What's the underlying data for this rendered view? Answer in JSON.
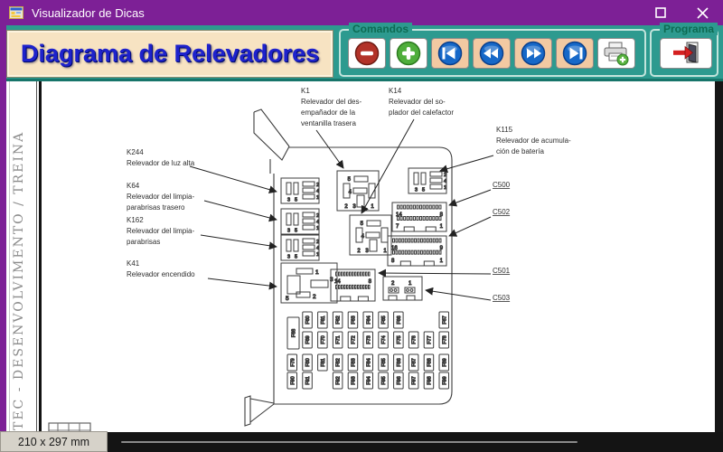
{
  "window": {
    "title": "Visualizador de Dicas"
  },
  "header": {
    "title": "Diagrama de Relevadores"
  },
  "toolbar": {
    "comandos": {
      "label": "Comandos",
      "buttons": [
        {
          "id": "remove",
          "icon": "minus-circle",
          "tan": false
        },
        {
          "id": "add",
          "icon": "plus-circle",
          "tan": false
        },
        {
          "id": "first",
          "icon": "nav-first",
          "tan": true
        },
        {
          "id": "previous",
          "icon": "nav-previous",
          "tan": true
        },
        {
          "id": "next",
          "icon": "nav-next",
          "tan": true
        },
        {
          "id": "last",
          "icon": "nav-last",
          "tan": true
        },
        {
          "id": "print",
          "icon": "printer-add",
          "tan": false
        }
      ]
    },
    "programa": {
      "label": "Programa",
      "button": {
        "id": "exit",
        "icon": "exit-door"
      }
    }
  },
  "document": {
    "side_text": "TEC - DESENVOLVIMENTO / TREINA",
    "status": "210 x 297 mm"
  },
  "diagram": {
    "labels": [
      {
        "id": "K244",
        "lines": [
          "K244",
          "Relevador de luz alta"
        ],
        "underline": false
      },
      {
        "id": "K64",
        "lines": [
          "K64",
          "Relevador del limpia-",
          "parabrisas trasero"
        ],
        "underline": false
      },
      {
        "id": "K162",
        "lines": [
          "K162",
          "Relevador del limpia-",
          "parabrisas"
        ],
        "underline": false
      },
      {
        "id": "K41",
        "lines": [
          "K41",
          "Relevador encendido"
        ],
        "underline": false
      },
      {
        "id": "K1",
        "lines": [
          "K1",
          "Relevador del des-",
          "empañador de la",
          "ventanilla trasera"
        ],
        "underline": false
      },
      {
        "id": "K14",
        "lines": [
          "K14",
          "Relevador del so-",
          "plador del calefactor"
        ],
        "underline": false
      },
      {
        "id": "K115",
        "lines": [
          "K115",
          "Relevador de acumula-",
          "ción de batería"
        ],
        "underline": false
      },
      {
        "id": "C500",
        "lines": [
          "C500"
        ],
        "underline": true
      },
      {
        "id": "C502",
        "lines": [
          "C502"
        ],
        "underline": true
      },
      {
        "id": "C501",
        "lines": [
          "C501"
        ],
        "underline": true
      },
      {
        "id": "C503",
        "lines": [
          "C503"
        ],
        "underline": true
      }
    ],
    "relays": [
      {
        "id": "K244",
        "type": "small",
        "pins": [
          "3",
          "5",
          "2",
          "4",
          "1"
        ]
      },
      {
        "id": "K64",
        "type": "small",
        "pins": [
          "3",
          "5",
          "2",
          "4",
          "1"
        ]
      },
      {
        "id": "K162",
        "type": "small",
        "pins": [
          "3",
          "5",
          "2",
          "4",
          "1"
        ]
      },
      {
        "id": "K115",
        "type": "small",
        "pins": [
          "3",
          "5",
          "2",
          "4",
          "1"
        ]
      },
      {
        "id": "K1",
        "type": "mid",
        "pins": [
          "5",
          "4",
          "2",
          "3",
          "1"
        ]
      },
      {
        "id": "K14",
        "type": "mid",
        "pins": [
          "5",
          "4",
          "2",
          "3",
          "1"
        ]
      },
      {
        "id": "K41",
        "type": "big",
        "pins": [
          "1",
          "3",
          "5",
          "2"
        ]
      }
    ],
    "connectors": [
      {
        "id": "C500",
        "pin_labels": [
          "14",
          "8",
          "7",
          "1"
        ],
        "pins": 14
      },
      {
        "id": "C502",
        "pin_labels": [
          "16",
          "9",
          "8",
          "1"
        ],
        "pins": 16
      },
      {
        "id": "C501",
        "pin_labels": [
          "14",
          "8"
        ],
        "pins": 13
      },
      {
        "id": "C503",
        "pin_labels": [
          "2",
          "1"
        ],
        "pins": 2
      }
    ],
    "fuses": [
      {
        "id": "F60",
        "row": 0,
        "col": 1
      },
      {
        "id": "F61",
        "row": 0,
        "col": 2
      },
      {
        "id": "F62",
        "row": 0,
        "col": 3
      },
      {
        "id": "F63",
        "row": 0,
        "col": 4
      },
      {
        "id": "F64",
        "row": 0,
        "col": 5
      },
      {
        "id": "F65",
        "row": 0,
        "col": 6
      },
      {
        "id": "F66",
        "row": 0,
        "col": 7
      },
      {
        "id": "F67",
        "row": 0,
        "col": 10
      },
      {
        "id": "F68",
        "row": -1,
        "col": 0
      },
      {
        "id": "F69",
        "row": 1,
        "col": 1
      },
      {
        "id": "F70",
        "row": 1,
        "col": 2
      },
      {
        "id": "F71",
        "row": 1,
        "col": 3
      },
      {
        "id": "F72",
        "row": 1,
        "col": 4
      },
      {
        "id": "F73",
        "row": 1,
        "col": 5
      },
      {
        "id": "F74",
        "row": 1,
        "col": 6
      },
      {
        "id": "F75",
        "row": 1,
        "col": 7
      },
      {
        "id": "F76",
        "row": 1,
        "col": 8
      },
      {
        "id": "F77",
        "row": 1,
        "col": 9
      },
      {
        "id": "F78",
        "row": 1,
        "col": 10
      },
      {
        "id": "F79",
        "row": 2,
        "col": 0
      },
      {
        "id": "F80",
        "row": 2,
        "col": 1
      },
      {
        "id": "F81",
        "row": 2,
        "col": 2
      },
      {
        "id": "F82",
        "row": 2,
        "col": 3
      },
      {
        "id": "F83",
        "row": 2,
        "col": 4
      },
      {
        "id": "F84",
        "row": 2,
        "col": 5
      },
      {
        "id": "F85",
        "row": 2,
        "col": 6
      },
      {
        "id": "F86",
        "row": 2,
        "col": 7
      },
      {
        "id": "F87",
        "row": 2,
        "col": 8
      },
      {
        "id": "F88",
        "row": 2,
        "col": 9
      },
      {
        "id": "F89",
        "row": 2,
        "col": 10
      },
      {
        "id": "F90",
        "row": 3,
        "col": 0
      },
      {
        "id": "F91",
        "row": 3,
        "col": 1
      },
      {
        "id": "F92",
        "row": 3,
        "col": 3
      },
      {
        "id": "F93",
        "row": 3,
        "col": 4
      },
      {
        "id": "F94",
        "row": 3,
        "col": 5
      },
      {
        "id": "F95",
        "row": 3,
        "col": 6
      },
      {
        "id": "F96",
        "row": 3,
        "col": 7
      },
      {
        "id": "F97",
        "row": 3,
        "col": 8
      },
      {
        "id": "F98",
        "row": 3,
        "col": 9
      },
      {
        "id": "F99",
        "row": 3,
        "col": 10
      }
    ]
  },
  "colors": {
    "titlebar": "#7d2096",
    "toolbar": "#2d9a8f",
    "panel_bg": "#f7e3c2",
    "title_text": "#1e22cc",
    "group_label": "#0d6b52",
    "button_tan": "#f2c9a2",
    "icon_red": "#b23228",
    "icon_green": "#4fae3b",
    "icon_blue": "#1668c8",
    "diagram_stroke": "#3c3c3c"
  }
}
